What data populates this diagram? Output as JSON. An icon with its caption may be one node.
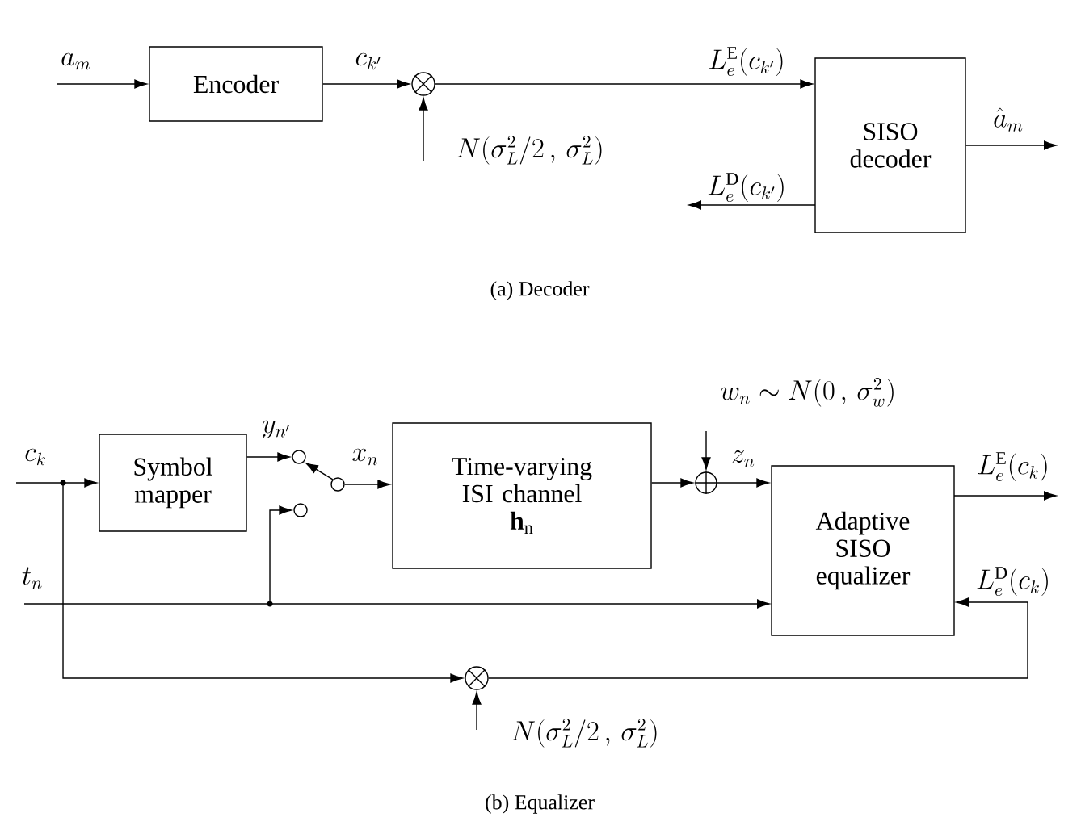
{
  "diagram": {
    "nodes": [
      {
        "text": [
          "Encoder"
        ]
      },
      {
        "text": [],
        "shape": "circle"
      },
      {
        "text": [
          "SISO decoder"
        ]
      },
      {
        "text": [
          "Symbol mapper"
        ]
      },
      {
        "text": [],
        "shape": "circle"
      },
      {
        "text": [],
        "shape": "circle"
      },
      {
        "text": [],
        "shape": "circle"
      },
      {
        "text": [
          "Time-varying ISI channel",
          "**h**$_{n}$"
        ]
      },
      {
        "text": [],
        "shape": "circle"
      },
      {
        "text": [
          "Adaptive SISO equalizer"
        ]
      },
      {
        "text": [],
        "shape": "circle"
      }
    ],
    "edges": [
      {
        "from": null,
        "to": 0,
        "arrow": "to",
        "label": "a_m"
      },
      {
        "from": 0,
        "to": 1,
        "arrow": "to",
        "label": "c_{k'}"
      },
      {
        "from": null,
        "to": 1,
        "arrow": "to",
        "label": "N(\\sigma_L^2/2\\, ,\\, \\sigma_L^2)"
      },
      {
        "from": 1,
        "to": 2,
        "arrow": "to",
        "label": "L_e^{\\mathrm{E}}(c_{k'})"
      },
      {
        "from": 2,
        "to": null,
        "arrow": "to",
        "label": "\\hat{a}_m"
      },
      {
        "from": 2,
        "to": null,
        "arrow": "to",
        "label": "L_e^{\\mathrm{D}}(c_{k'})"
      },
      {
        "from": null,
        "to": 3,
        "arrow": "to",
        "label": "c_k"
      },
      {
        "from": null,
        "to": 10,
        "arrow": "to"
      },
      {
        "from": 3,
        "to": 4,
        "arrow": "to",
        "label": "y_{n'}"
      },
      {
        "from": 5,
        "to": 4,
        "arrow": "to"
      },
      {
        "from": 5,
        "to": 7,
        "arrow": "to",
        "label": "x_n"
      },
      {
        "from": null,
        "to": 9,
        "arrow": "to",
        "label": "t_n"
      },
      {
        "from": null,
        "to": 6,
        "arrow": "to"
      },
      {
        "from": 7,
        "to": 8,
        "arrow": "to"
      },
      {
        "from": null,
        "to": 8,
        "arrow": "to",
        "label": "w_n \\sim N(0\\, ,\\, \\sigma_w^2)"
      },
      {
        "from": 8,
        "to": 9,
        "arrow": "to",
        "label": "z_n"
      },
      {
        "from": 9,
        "to": null,
        "arrow": "to",
        "label": "L_e^{\\mathrm{E}}(c_k)"
      },
      {
        "from": null,
        "to": 10,
        "arrow": "to",
        "label": "N(\\sigma_L^2/2\\, ,\\, \\sigma_L^2)"
      },
      {
        "from": 10,
        "to": 9,
        "arrow": "to",
        "label": "L_e^{\\mathrm{D}}(c_k)"
      }
    ],
    "labels": [
      "(a) Decoder",
      "(b) Equalizer"
    ]
  }
}
